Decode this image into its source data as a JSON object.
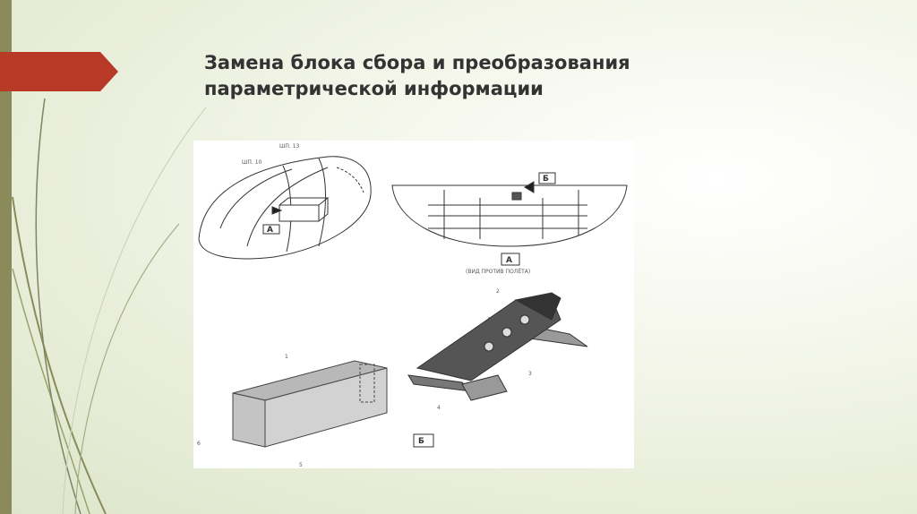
{
  "slide": {
    "title_line1": "Замена блока сбора и преобразования",
    "title_line2": "параметрической информации",
    "accent_color": "#b83a26",
    "bar_color": "#8a8a5a"
  },
  "diagram": {
    "frame_left": "ШП. 10",
    "frame_right": "ШП. 13",
    "view_a": "А",
    "view_b": "Б",
    "view_caption": "(ВИД ПРОТИВ ПОЛЁТА)",
    "callout_1": "1",
    "callout_2": "2",
    "callout_3": "3",
    "callout_4": "4",
    "callout_5": "5",
    "callout_6": "6"
  }
}
